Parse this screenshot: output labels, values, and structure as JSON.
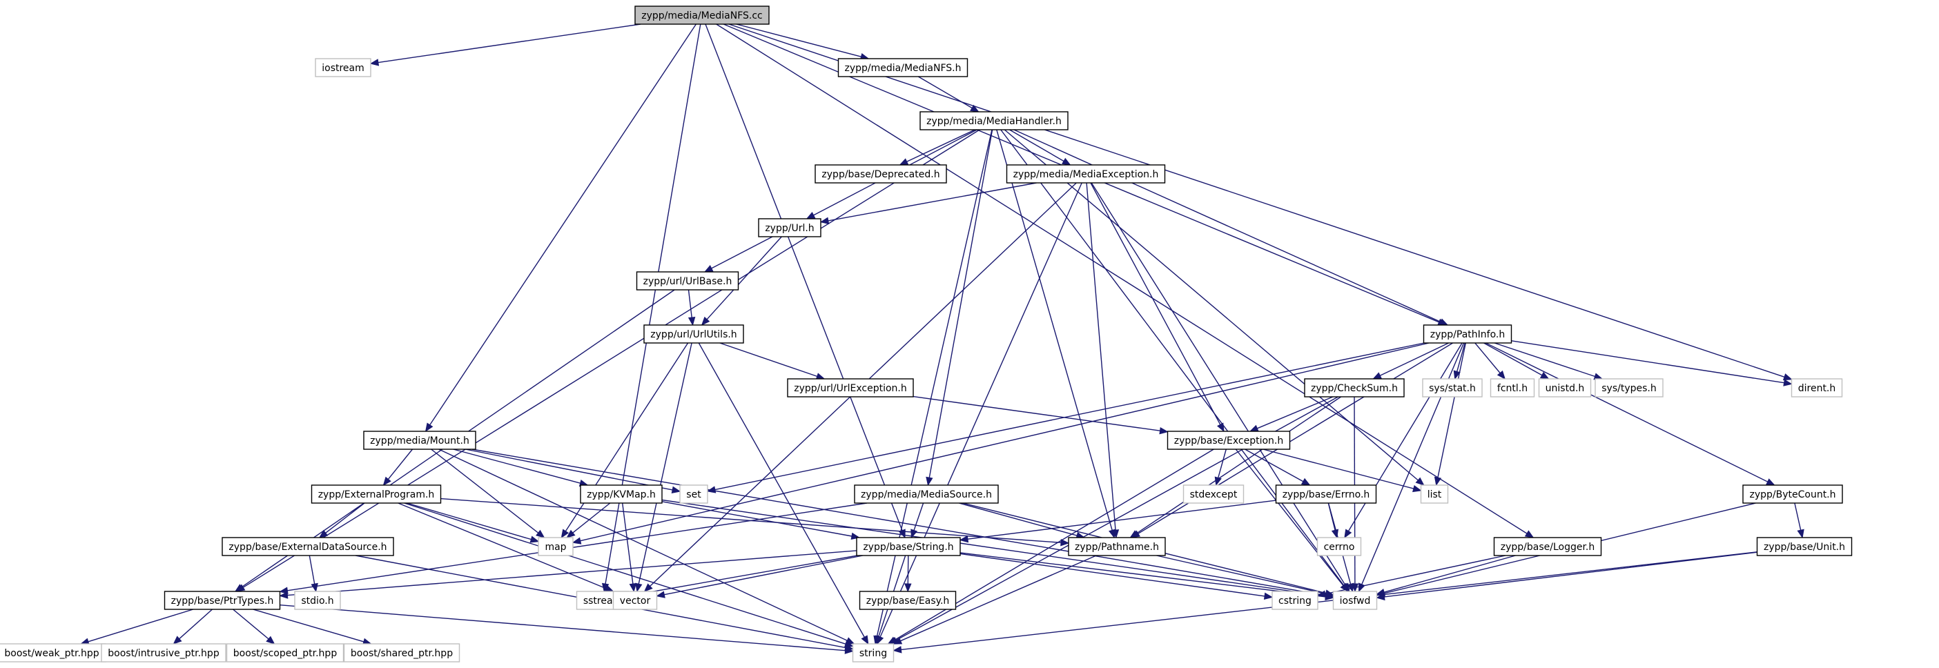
{
  "colors": {
    "edge": "#191970",
    "node_border": "#000000",
    "system_border": "#bfbfbf",
    "root_fill": "#bfbfbf"
  },
  "diagram": {
    "nodes": [
      {
        "id": "root",
        "label": "zypp/media/MediaNFS.cc",
        "kind": "root"
      },
      {
        "id": "iostream",
        "label": "iostream",
        "kind": "sys"
      },
      {
        "id": "medianfsh",
        "label": "zypp/media/MediaNFS.h",
        "kind": "file"
      },
      {
        "id": "mediahandler",
        "label": "zypp/media/MediaHandler.h",
        "kind": "file"
      },
      {
        "id": "deprecated",
        "label": "zypp/base/Deprecated.h",
        "kind": "file"
      },
      {
        "id": "mediaexception",
        "label": "zypp/media/MediaException.h",
        "kind": "file"
      },
      {
        "id": "url",
        "label": "zypp/Url.h",
        "kind": "file"
      },
      {
        "id": "urlbase",
        "label": "zypp/url/UrlBase.h",
        "kind": "file"
      },
      {
        "id": "urlutils",
        "label": "zypp/url/UrlUtils.h",
        "kind": "file"
      },
      {
        "id": "urlexception",
        "label": "zypp/url/UrlException.h",
        "kind": "file"
      },
      {
        "id": "pathinfo",
        "label": "zypp/PathInfo.h",
        "kind": "file"
      },
      {
        "id": "checksum",
        "label": "zypp/CheckSum.h",
        "kind": "file"
      },
      {
        "id": "sysstat",
        "label": "sys/stat.h",
        "kind": "sys"
      },
      {
        "id": "fcntl",
        "label": "fcntl.h",
        "kind": "sys"
      },
      {
        "id": "unistd",
        "label": "unistd.h",
        "kind": "sys"
      },
      {
        "id": "systypes",
        "label": "sys/types.h",
        "kind": "sys"
      },
      {
        "id": "dirent",
        "label": "dirent.h",
        "kind": "sys"
      },
      {
        "id": "mount",
        "label": "zypp/media/Mount.h",
        "kind": "file"
      },
      {
        "id": "baseexception",
        "label": "zypp/base/Exception.h",
        "kind": "file"
      },
      {
        "id": "externalprogram",
        "label": "zypp/ExternalProgram.h",
        "kind": "file"
      },
      {
        "id": "kvmap",
        "label": "zypp/KVMap.h",
        "kind": "file"
      },
      {
        "id": "set",
        "label": "set",
        "kind": "sys"
      },
      {
        "id": "mediasource",
        "label": "zypp/media/MediaSource.h",
        "kind": "file"
      },
      {
        "id": "stdexcept",
        "label": "stdexcept",
        "kind": "sys"
      },
      {
        "id": "errno",
        "label": "zypp/base/Errno.h",
        "kind": "file"
      },
      {
        "id": "list",
        "label": "list",
        "kind": "sys"
      },
      {
        "id": "bytecount",
        "label": "zypp/ByteCount.h",
        "kind": "file"
      },
      {
        "id": "map",
        "label": "map",
        "kind": "sys"
      },
      {
        "id": "externaldatasource",
        "label": "zypp/base/ExternalDataSource.h",
        "kind": "file"
      },
      {
        "id": "basestring",
        "label": "zypp/base/String.h",
        "kind": "file"
      },
      {
        "id": "pathname",
        "label": "zypp/Pathname.h",
        "kind": "file"
      },
      {
        "id": "cerrno",
        "label": "cerrno",
        "kind": "sys"
      },
      {
        "id": "logger",
        "label": "zypp/base/Logger.h",
        "kind": "file"
      },
      {
        "id": "unit",
        "label": "zypp/base/Unit.h",
        "kind": "file"
      },
      {
        "id": "ptrtypes",
        "label": "zypp/base/PtrTypes.h",
        "kind": "file"
      },
      {
        "id": "stdio",
        "label": "stdio.h",
        "kind": "sys"
      },
      {
        "id": "sstream",
        "label": "sstream",
        "kind": "sys"
      },
      {
        "id": "vector",
        "label": "vector",
        "kind": "sys"
      },
      {
        "id": "cstring",
        "label": "cstring",
        "kind": "sys"
      },
      {
        "id": "iosfwd",
        "label": "iosfwd",
        "kind": "sys"
      },
      {
        "id": "easy",
        "label": "zypp/base/Easy.h",
        "kind": "file"
      },
      {
        "id": "weakptr",
        "label": "boost/weak_ptr.hpp",
        "kind": "sys"
      },
      {
        "id": "intrusiveptr",
        "label": "boost/intrusive_ptr.hpp",
        "kind": "sys"
      },
      {
        "id": "scopedptr",
        "label": "boost/scoped_ptr.hpp",
        "kind": "sys"
      },
      {
        "id": "sharedptr",
        "label": "boost/shared_ptr.hpp",
        "kind": "sys"
      },
      {
        "id": "string",
        "label": "string",
        "kind": "sys"
      }
    ],
    "edges": [
      [
        "root",
        "iostream"
      ],
      [
        "root",
        "medianfsh"
      ],
      [
        "root",
        "mount"
      ],
      [
        "root",
        "sstream"
      ],
      [
        "root",
        "basestring"
      ],
      [
        "root",
        "dirent"
      ],
      [
        "root",
        "logger"
      ],
      [
        "root",
        "pathinfo"
      ],
      [
        "medianfsh",
        "mediahandler"
      ],
      [
        "mediahandler",
        "deprecated"
      ],
      [
        "mediahandler",
        "mediaexception"
      ],
      [
        "mediahandler",
        "url"
      ],
      [
        "mediahandler",
        "pathinfo"
      ],
      [
        "mediahandler",
        "mediasource"
      ],
      [
        "mediahandler",
        "pathname"
      ],
      [
        "mediahandler",
        "list"
      ],
      [
        "mediahandler",
        "ptrtypes"
      ],
      [
        "mediahandler",
        "string"
      ],
      [
        "mediahandler",
        "iosfwd"
      ],
      [
        "mediaexception",
        "url"
      ],
      [
        "mediaexception",
        "baseexception"
      ],
      [
        "mediaexception",
        "pathname"
      ],
      [
        "mediaexception",
        "vector"
      ],
      [
        "mediaexception",
        "string"
      ],
      [
        "mediaexception",
        "iosfwd"
      ],
      [
        "url",
        "urlbase"
      ],
      [
        "url",
        "urlutils"
      ],
      [
        "urlbase",
        "urlutils"
      ],
      [
        "urlbase",
        "ptrtypes"
      ],
      [
        "urlutils",
        "urlexception"
      ],
      [
        "urlutils",
        "map"
      ],
      [
        "urlutils",
        "vector"
      ],
      [
        "urlutils",
        "string"
      ],
      [
        "urlexception",
        "baseexception"
      ],
      [
        "pathinfo",
        "checksum"
      ],
      [
        "pathinfo",
        "sysstat"
      ],
      [
        "pathinfo",
        "fcntl"
      ],
      [
        "pathinfo",
        "unistd"
      ],
      [
        "pathinfo",
        "systypes"
      ],
      [
        "pathinfo",
        "dirent"
      ],
      [
        "pathinfo",
        "bytecount"
      ],
      [
        "pathinfo",
        "map"
      ],
      [
        "pathinfo",
        "set"
      ],
      [
        "pathinfo",
        "list"
      ],
      [
        "pathinfo",
        "pathname"
      ],
      [
        "pathinfo",
        "cerrno"
      ],
      [
        "pathinfo",
        "iosfwd"
      ],
      [
        "checksum",
        "baseexception"
      ],
      [
        "checksum",
        "pathname"
      ],
      [
        "checksum",
        "string"
      ],
      [
        "checksum",
        "iosfwd"
      ],
      [
        "mount",
        "externalprogram"
      ],
      [
        "mount",
        "kvmap"
      ],
      [
        "mount",
        "set"
      ],
      [
        "mount",
        "map"
      ],
      [
        "mount",
        "string"
      ],
      [
        "mount",
        "iosfwd"
      ],
      [
        "baseexception",
        "stdexcept"
      ],
      [
        "baseexception",
        "errno"
      ],
      [
        "baseexception",
        "list"
      ],
      [
        "baseexception",
        "string"
      ],
      [
        "baseexception",
        "iosfwd"
      ],
      [
        "externalprogram",
        "externaldatasource"
      ],
      [
        "externalprogram",
        "pathname"
      ],
      [
        "externalprogram",
        "map"
      ],
      [
        "externalprogram",
        "vector"
      ],
      [
        "externalprogram",
        "string"
      ],
      [
        "kvmap",
        "basestring"
      ],
      [
        "kvmap",
        "map"
      ],
      [
        "kvmap",
        "vector"
      ],
      [
        "kvmap",
        "iosfwd"
      ],
      [
        "mediasource",
        "basestring"
      ],
      [
        "mediasource",
        "pathname"
      ],
      [
        "mediasource",
        "ptrtypes"
      ],
      [
        "mediasource",
        "iosfwd"
      ],
      [
        "errno",
        "cerrno"
      ],
      [
        "errno",
        "basestring"
      ],
      [
        "errno",
        "iosfwd"
      ],
      [
        "bytecount",
        "unit"
      ],
      [
        "bytecount",
        "iosfwd"
      ],
      [
        "externaldatasource",
        "stdio"
      ],
      [
        "externaldatasource",
        "string"
      ],
      [
        "basestring",
        "easy"
      ],
      [
        "basestring",
        "ptrtypes"
      ],
      [
        "basestring",
        "sstream"
      ],
      [
        "basestring",
        "vector"
      ],
      [
        "basestring",
        "cstring"
      ],
      [
        "basestring",
        "iosfwd"
      ],
      [
        "basestring",
        "string"
      ],
      [
        "pathname",
        "string"
      ],
      [
        "pathname",
        "iosfwd"
      ],
      [
        "logger",
        "cstring"
      ],
      [
        "logger",
        "iosfwd"
      ],
      [
        "unit",
        "string"
      ],
      [
        "unit",
        "iosfwd"
      ],
      [
        "ptrtypes",
        "weakptr"
      ],
      [
        "ptrtypes",
        "intrusiveptr"
      ],
      [
        "ptrtypes",
        "scopedptr"
      ],
      [
        "ptrtypes",
        "sharedptr"
      ],
      [
        "ptrtypes",
        "string"
      ]
    ]
  }
}
